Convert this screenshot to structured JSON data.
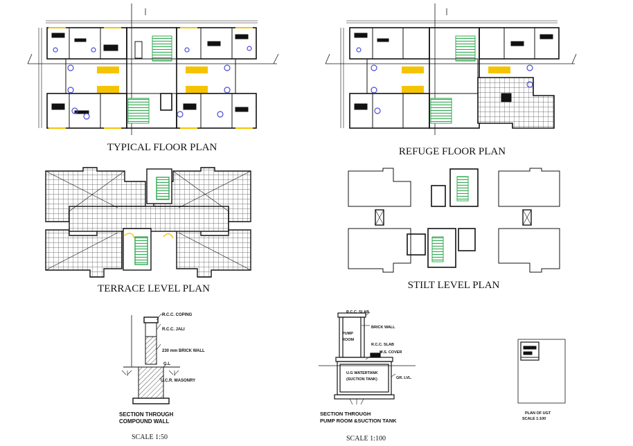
{
  "titles": {
    "typical": "TYPICAL FLOOR PLAN",
    "refuge": "REFUGE FLOOR PLAN",
    "terrace": "TERRACE LEVEL PLAN",
    "stilt": "STILT LEVEL PLAN"
  },
  "wall_section": {
    "labels": {
      "coping": "R.C.C. COPING",
      "jali": "R.C.C. JALI",
      "brick": "230 mm BRICK WALL",
      "gl": "G.L",
      "masonry": "U.C.R. MASONRY"
    },
    "caption_line1": "SECTION THROUGH",
    "caption_line2": "COMPOUND WALL",
    "scale": "SCALE 1:50"
  },
  "pump_section": {
    "labels": {
      "slab_top": "R.C.C. SLAB",
      "brick": "BRICK WALL",
      "pump1": "PUMP",
      "pump2": "ROOM",
      "slab_mid": "R.C.C. SLAB",
      "cover": "M.S. COVER",
      "tank1": "U.G WATERTANK",
      "tank2": "(SUCTION TANK)",
      "gr": "GR. LVL."
    },
    "caption_line1": "SECTION THROUGH",
    "caption_line2": "PUMP ROOM &SUCTION TANK",
    "scale": "SCALE 1:100"
  },
  "ugt": {
    "caption_line1": "PLAN OF UGT",
    "caption_line2": "SCALE 1:100"
  },
  "colors": {
    "line": "#111111",
    "yellow": "#f5c400",
    "green": "#2fa84f",
    "blue": "#4a4ad8",
    "red": "#d32020"
  }
}
